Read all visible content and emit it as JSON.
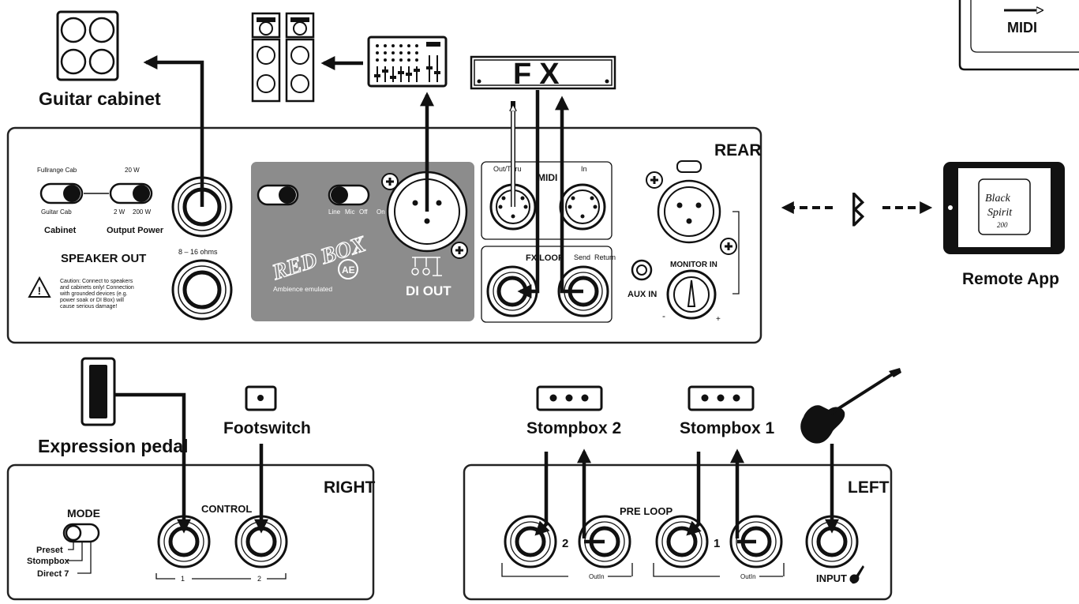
{
  "labels": {
    "guitar_cabinet": "Guitar cabinet",
    "fx": "FX",
    "midi_top": "MIDI",
    "rear": "REAR",
    "right": "RIGHT",
    "left": "LEFT",
    "remote_app": "Remote App",
    "expression_pedal": "Expression pedal",
    "footswitch": "Footswitch",
    "stompbox2": "Stompbox 2",
    "stompbox1": "Stompbox 1"
  },
  "rear_panel": {
    "fullrange_cab": "Fullrange Cab",
    "guitar_cab": "Guitar Cab",
    "cabinet": "Cabinet",
    "w20": "20 W",
    "w2": "2 W",
    "w200": "200 W",
    "output_power": "Output Power",
    "speaker_out": "SPEAKER OUT",
    "ohms": "8 – 16 ohms",
    "caution": [
      "Caution: Connect to speakers",
      "and cabinets only! Connection",
      "with grounded devices (e.g.",
      "power soak or DI Box) will",
      "cause serious damage!"
    ],
    "redbox_logo": "RED BOX",
    "ae": "AE",
    "ambience": "Ambience emulated",
    "line": "Line",
    "mic": "Mic",
    "off": "Off",
    "on": "On",
    "di_out": "DI OUT",
    "midi": "MIDI",
    "out_thru": "Out/Thru",
    "in": "In",
    "fx_loop": "FX LOOP",
    "send": "Send",
    "return": "Return",
    "aux_in": "AUX IN",
    "monitor_in": "MONITOR IN",
    "minus": "-",
    "plus": "+",
    "bt_symbol": "ᛒ",
    "app_logo": [
      "Black",
      "Spirit",
      "200"
    ]
  },
  "right_panel": {
    "mode": "MODE",
    "preset": "Preset",
    "stompbox": "Stompbox",
    "direct7": "Direct 7",
    "control": "CONTROL",
    "j1": "1",
    "j2": "2"
  },
  "left_panel": {
    "pre_loop": "PRE LOOP",
    "n2": "2",
    "n1": "1",
    "outin": "OutIn",
    "input": "INPUT"
  }
}
